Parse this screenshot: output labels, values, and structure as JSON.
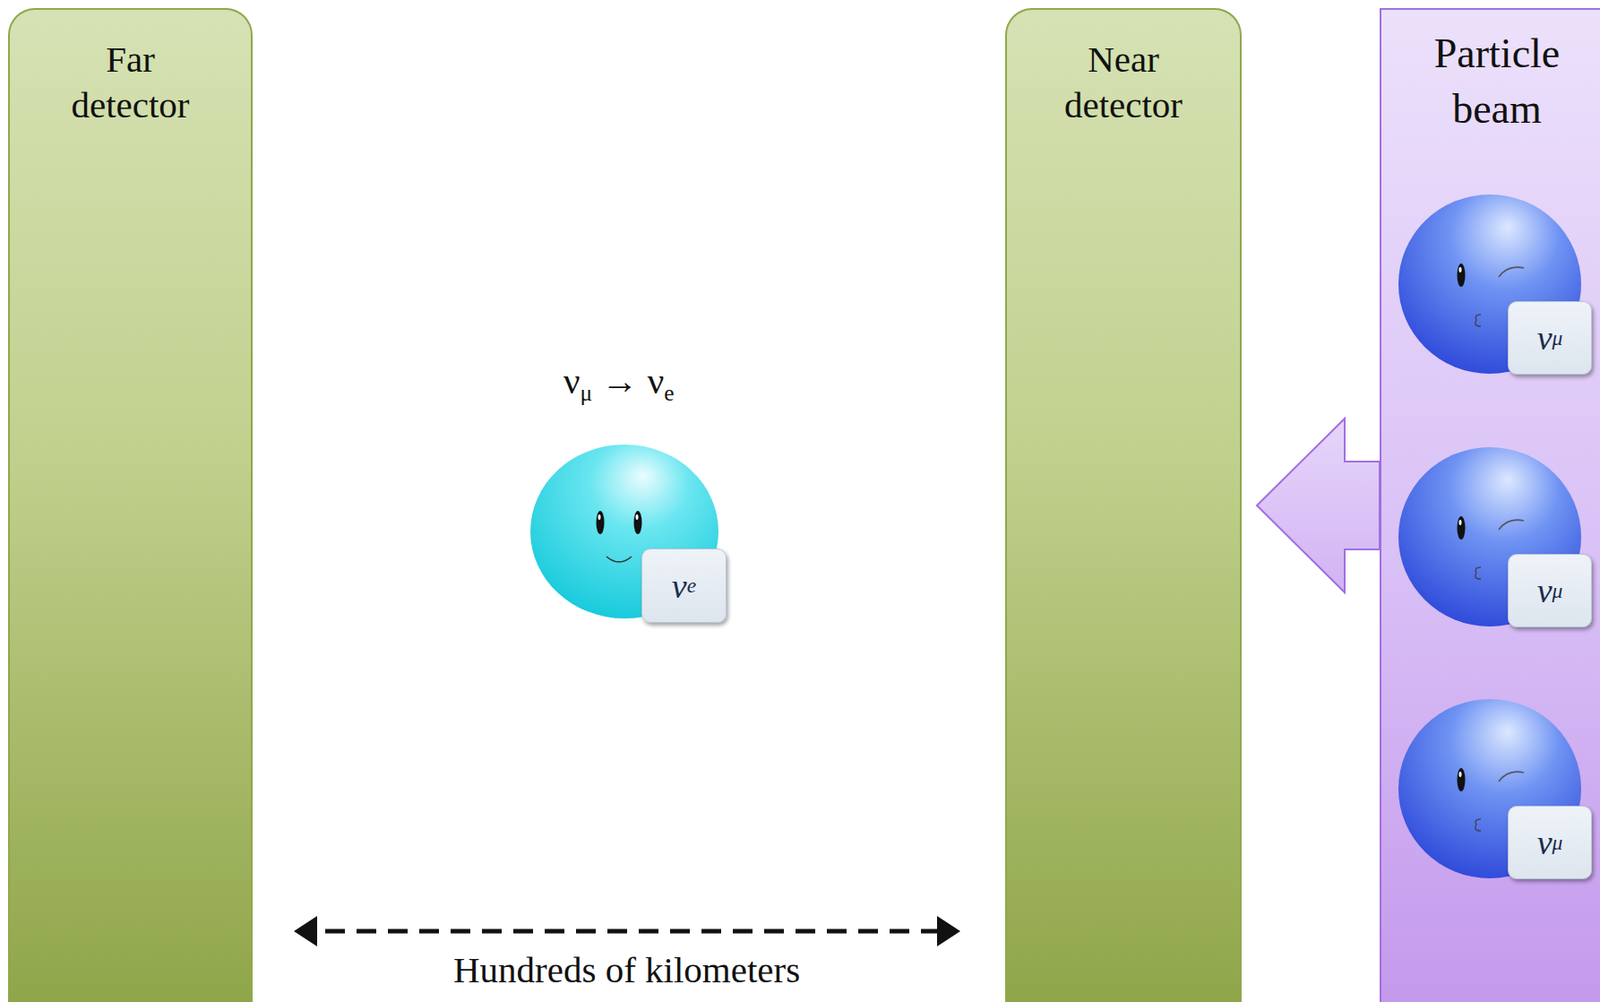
{
  "diagram": {
    "nodes": [
      {
        "text": [
          "Far detector"
        ]
      },
      {
        "text": [
          "νe"
        ]
      },
      {
        "text": [
          "Near detector"
        ]
      },
      {
        "text": [
          "Particle beam"
        ]
      },
      {
        "text": [
          "νμ"
        ],
        "in": 3
      },
      {
        "text": [
          "νμ"
        ],
        "in": 3
      },
      {
        "text": [
          "νμ"
        ],
        "in": 3
      }
    ],
    "edges": [
      {
        "from": 3,
        "to": 2,
        "arrow": "to"
      },
      {
        "from": 2,
        "to": 0,
        "arrow": "both",
        "label": "Hundreds of kilometers"
      }
    ],
    "labels": [
      "νμ → νe"
    ]
  }
}
